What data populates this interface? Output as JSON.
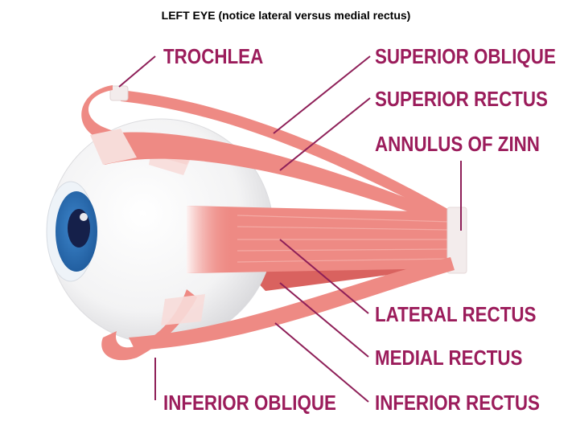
{
  "title": "LEFT EYE (notice lateral versus medial rectus)",
  "colors": {
    "label": "#9b1c5b",
    "leader_line": "#8e1f58",
    "muscle": "#ee8a84",
    "muscle_dark": "#d9625f",
    "iris": "#2c6fb3",
    "pupil": "#15204a",
    "tendon": "#f4e8e6"
  },
  "labels": {
    "trochlea": "TROCHLEA",
    "superior_oblique": "SUPERIOR OBLIQUE",
    "superior_rectus": "SUPERIOR RECTUS",
    "annulus_of_zinn": "ANNULUS OF ZINN",
    "lateral_rectus": "LATERAL RECTUS",
    "medial_rectus": "MEDIAL RECTUS",
    "inferior_rectus": "INFERIOR RECTUS",
    "inferior_oblique": "INFERIOR OBLIQUE"
  }
}
